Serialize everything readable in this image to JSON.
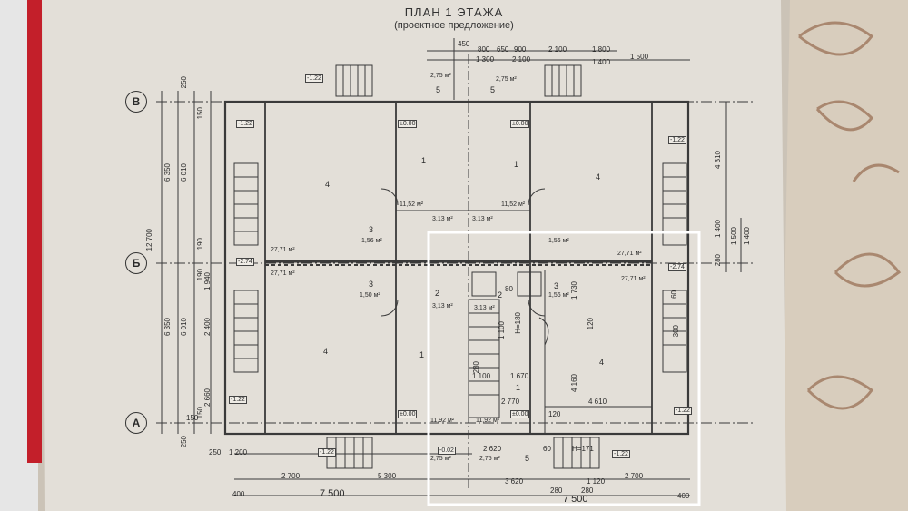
{
  "header": {
    "title": "ПЛАН 1 ЭТАЖА",
    "subtitle": "(проектное предложение)"
  },
  "axes": {
    "v": "В",
    "b": "Б",
    "a": "А"
  },
  "top_dims": [
    "450",
    "800",
    "650",
    "900",
    "2 100",
    "1 800",
    "1 500",
    "1 300",
    "2 100",
    "1 400"
  ],
  "bottom_dims": [
    "2 700",
    "5 300",
    "2 700",
    "7 500",
    "7 500",
    "3 620",
    "1 120",
    "2 620",
    "280",
    "280",
    "400",
    "250",
    "1 200",
    "400"
  ],
  "left_dims": [
    "12 700",
    "6 350",
    "6 010",
    "6 350",
    "6 010",
    "2 400",
    "2 660",
    "1 940",
    "250",
    "150",
    "190",
    "190",
    "150",
    "250"
  ],
  "right_dims": [
    "4 310",
    "1 400",
    "1 500",
    "280",
    "1 400"
  ],
  "inner_dims": [
    "1 730",
    "1 100",
    "1 100",
    "1 670",
    "2 770",
    "4 160",
    "4 610",
    "120",
    "280",
    "120",
    "80",
    "60",
    "300",
    "60",
    "150"
  ],
  "heights": [
    "H=180",
    "H=171"
  ],
  "rooms": {
    "r1": "1",
    "r2": "2",
    "r3": "3",
    "r4": "4",
    "r5": "5"
  },
  "areas": {
    "a2771": "27,71 м²",
    "a1152": "11,52 м²",
    "a313": "3,13 м²",
    "a156": "1,56 м²",
    "a150": "1,50 м²",
    "a1192": "11,92 м²",
    "a275": "2,75 м²"
  },
  "levels": {
    "l122": "-1.22",
    "l000": "±0.00",
    "l274": "-2.74",
    "l002": "-0.02"
  }
}
